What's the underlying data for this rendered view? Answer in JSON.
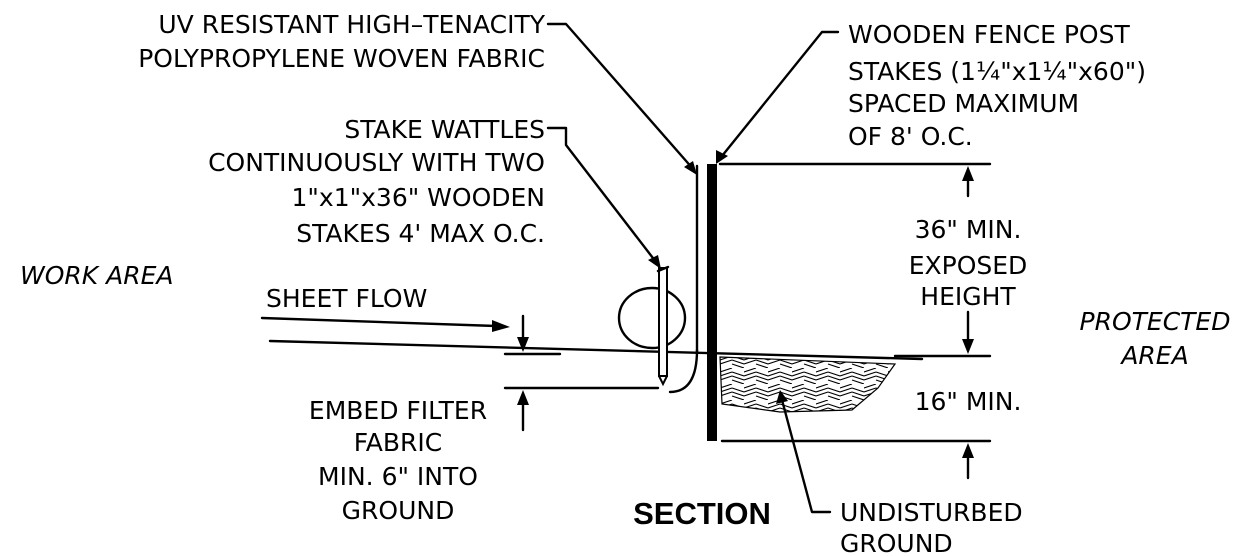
{
  "labels": {
    "fabric": [
      "UV RESISTANT HIGH–TENACITY",
      "POLYPROPYLENE WOVEN FABRIC"
    ],
    "fence_post": [
      "WOODEN FENCE POST",
      "STAKES (1¼\"x1¼\"x60\")",
      "SPACED MAXIMUM",
      "OF 8' O.C."
    ],
    "wattles": [
      "STAKE WATTLES",
      "CONTINUOUSLY WITH TWO",
      "1\"x1\"x36\" WOODEN",
      "STAKES 4' MAX O.C."
    ],
    "work_area": "WORK AREA",
    "sheet_flow": "SHEET FLOW",
    "exposed_height": [
      "36\" MIN.",
      "EXPOSED",
      "HEIGHT"
    ],
    "protected_area": [
      "PROTECTED",
      "AREA"
    ],
    "embed_depth": "16\" MIN.",
    "embed_fabric": [
      "EMBED FILTER",
      "FABRIC",
      "MIN. 6\" INTO",
      "GROUND"
    ],
    "section_title": "SECTION",
    "undisturbed": [
      "UNDISTURBED",
      "GROUND"
    ]
  },
  "colors": {
    "ink": "#000000",
    "background": "#ffffff"
  }
}
